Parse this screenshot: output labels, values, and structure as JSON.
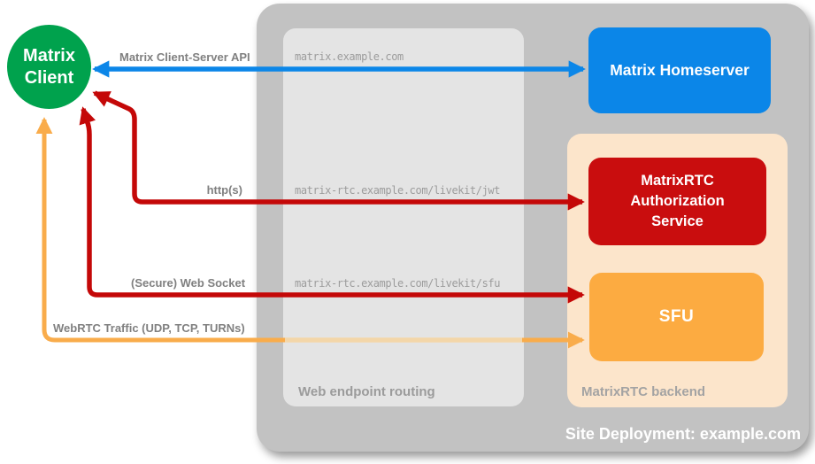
{
  "diagram": {
    "client": {
      "line1": "Matrix",
      "line2": "Client"
    },
    "nodes": {
      "homeserver": {
        "label": "Matrix Homeserver"
      },
      "auth_service": {
        "label": "MatrixRTC Authorization Service"
      },
      "sfu": {
        "label": "SFU"
      }
    },
    "zones": {
      "site": {
        "label": "Site Deployment: example.com"
      },
      "web_routing": {
        "label": "Web endpoint routing"
      },
      "backend": {
        "label": "MatrixRTC backend"
      }
    },
    "connections": {
      "client_server_api": {
        "label": "Matrix Client-Server API",
        "endpoint": "matrix.example.com",
        "color": "#0B86E8"
      },
      "https": {
        "label": "http(s)",
        "endpoint": "matrix-rtc.example.com/livekit/jwt",
        "color": "#C40808"
      },
      "websocket": {
        "label": "(Secure) Web Socket",
        "endpoint": "matrix-rtc.example.com/livekit/sfu",
        "color": "#C40808"
      },
      "webrtc": {
        "label": "WebRTC Traffic (UDP, TCP, TURNs)",
        "color": "#F9AC4B"
      }
    },
    "colors": {
      "client_green": "#00A24D",
      "homeserver_blue": "#0B86E8",
      "auth_red": "#C90D0E",
      "sfu_orange": "#FCAB41",
      "backend_peach": "#FCE5CB",
      "container_gray": "#C2C2C2",
      "routing_gray": "#E4E4E4",
      "faded_webrtc": "#F3D6A9"
    }
  }
}
